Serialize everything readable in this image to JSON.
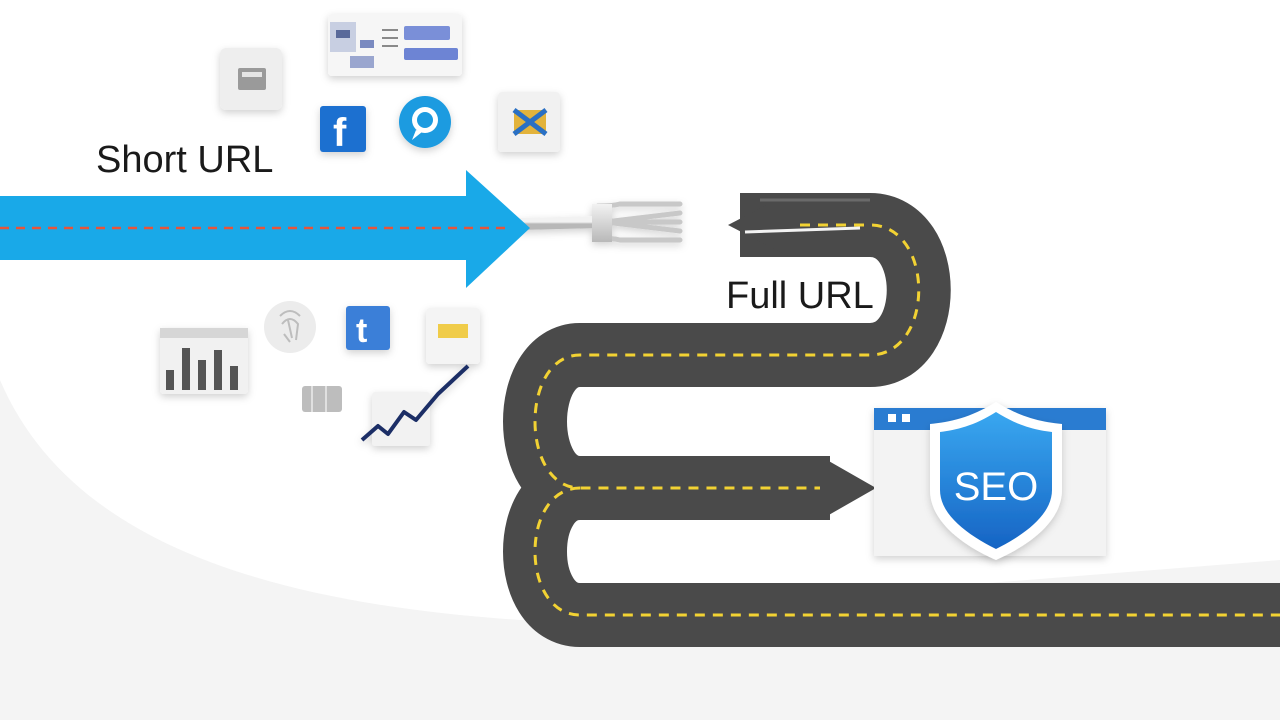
{
  "labels": {
    "short_url": "Short URL",
    "full_url": "Full URL",
    "seo_badge": "SEO"
  },
  "icons": [
    "browser-window-icon",
    "dashboard-widget-icon",
    "facebook-icon",
    "chat-bubble-icon",
    "email-icon",
    "bar-chart-icon",
    "fingerprint-icon",
    "tumblr-icon",
    "notes-icon",
    "map-icon",
    "trend-line-icon"
  ],
  "social_letters": {
    "facebook": "f",
    "tumblr": "t"
  },
  "colors": {
    "arrow": "#19a9e8",
    "road": "#4a4a4a",
    "lane_marking": "#f2d233",
    "dash_red": "#e8543a",
    "shield": "#1f8be0",
    "browser_bar": "#2a7bd1",
    "facebook": "#1b6fd0",
    "tumblr": "#3a7fd8"
  }
}
